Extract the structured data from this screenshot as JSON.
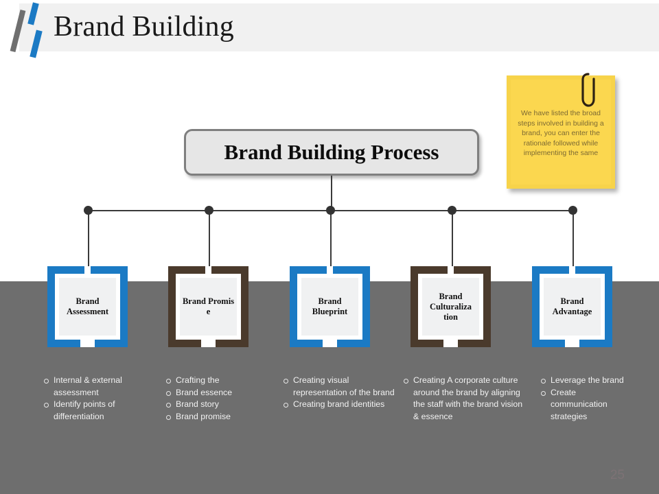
{
  "header": {
    "title": "Brand Building",
    "logo_icon": "slanted-bars-logo"
  },
  "note": {
    "icon": "paperclip-icon",
    "text": "We have listed the broad steps involved in building a brand, you can enter the rationale followed while implementing the same",
    "bg_color": "#fbd74f"
  },
  "process": {
    "title": "Brand Building Process"
  },
  "steps": [
    {
      "label": "Brand Assessment",
      "color": "#1b7ac4"
    },
    {
      "label": "Brand Promis e",
      "color": "#4a3a2c"
    },
    {
      "label": "Brand Blueprint",
      "color": "#1b7ac4"
    },
    {
      "label": "Brand Culturaliza tion",
      "color": "#4a3a2c"
    },
    {
      "label": "Brand Advantage",
      "color": "#1b7ac4"
    }
  ],
  "columns": [
    {
      "bullets": [
        "Internal & external assessment",
        "Identify points of differentiation"
      ]
    },
    {
      "bullets": [
        "Crafting the",
        "Brand essence",
        "Brand story",
        "Brand promise"
      ]
    },
    {
      "bullets": [
        "Creating visual representation of the brand",
        "Creating brand identities"
      ]
    },
    {
      "bullets": [
        "Creating A corporate culture around the brand by aligning the staff with the brand vision & essence"
      ]
    },
    {
      "bullets": [
        "Leverage the brand",
        "Create communication strategies"
      ]
    }
  ],
  "footer": {
    "page_number": "25"
  }
}
